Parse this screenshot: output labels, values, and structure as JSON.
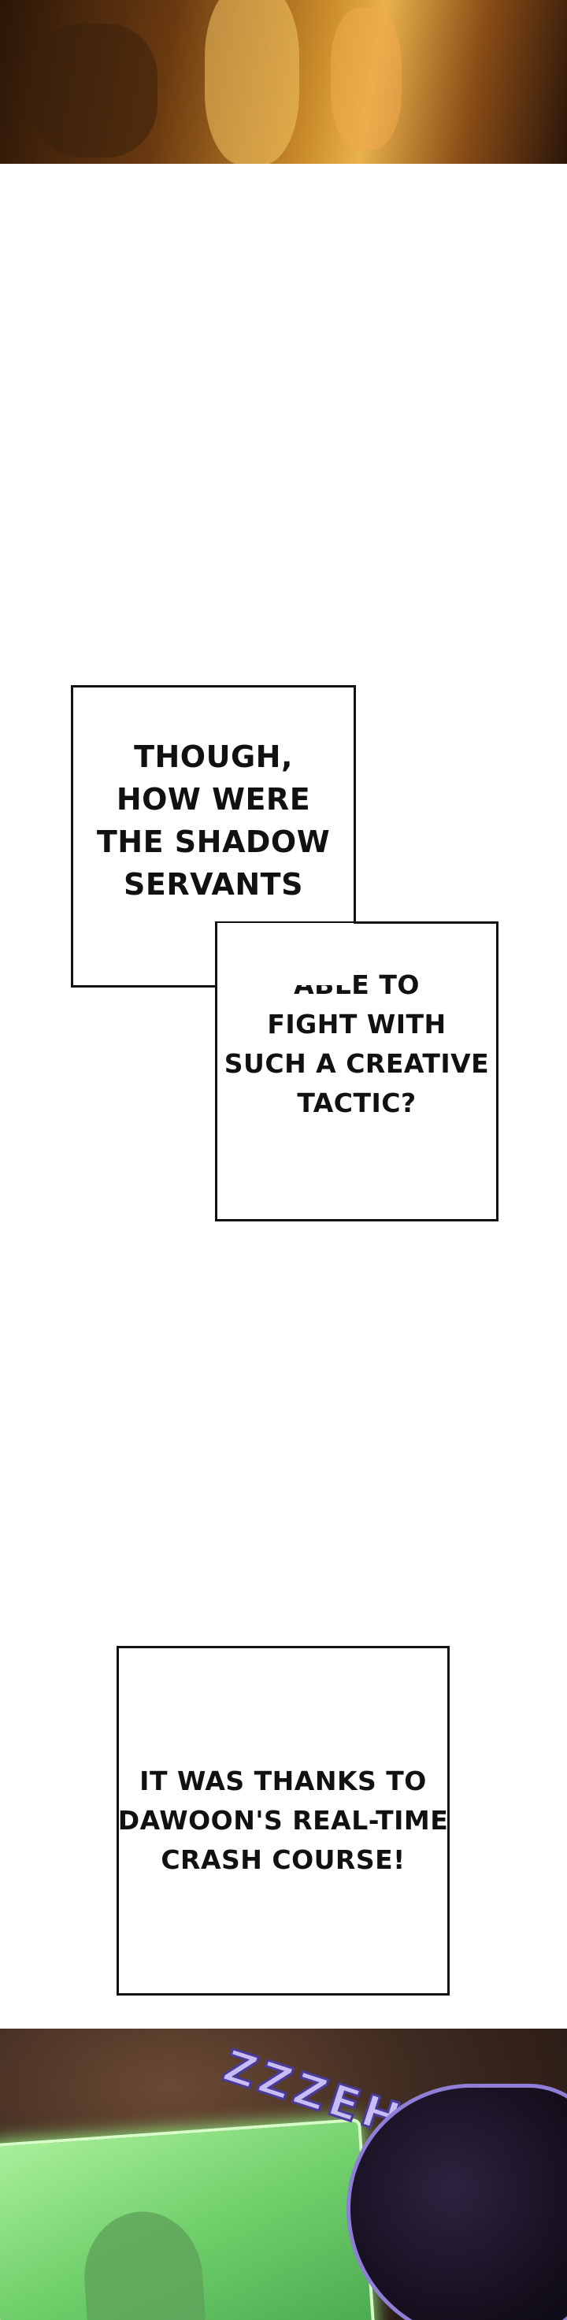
{
  "captions": {
    "box1": [
      "THOUGH,",
      "HOW WERE",
      "THE SHADOW",
      "SERVANTS"
    ],
    "box2": [
      "ABLE TO",
      "FIGHT WITH",
      "SUCH A CREATIVE",
      "TACTIC?"
    ],
    "box3": [
      "IT WAS THANKS TO",
      "DAWOON'S REAL-TIME",
      "CRASH COURSE!"
    ]
  },
  "sound_effect": "ZZZEH",
  "colors": {
    "panel_border": "#111111",
    "screen_glow": "#9cff8e",
    "sfx": "#c9bdf5"
  }
}
